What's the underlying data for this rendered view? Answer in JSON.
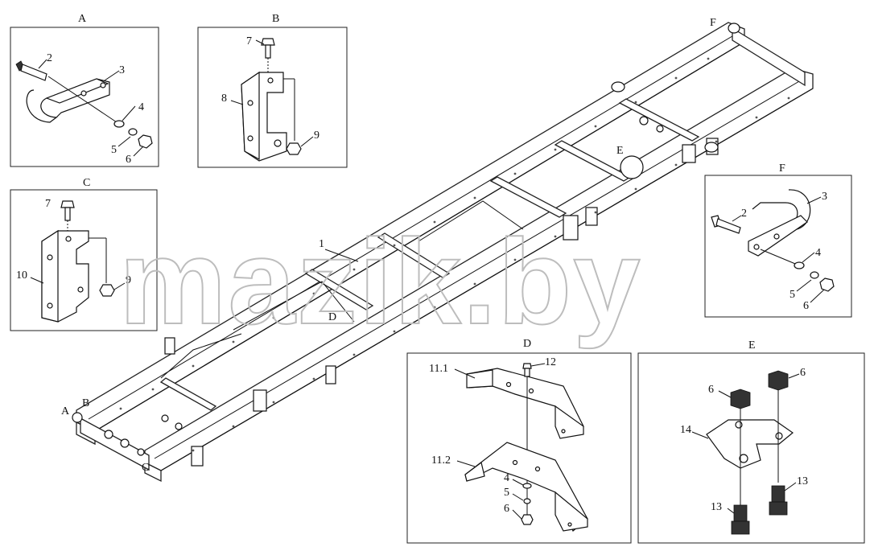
{
  "watermark": "mazik.by",
  "panels": {
    "A": {
      "title": "A",
      "callouts": [
        "2",
        "3",
        "4",
        "5",
        "6"
      ]
    },
    "B": {
      "title": "B",
      "callouts": [
        "7",
        "8",
        "9"
      ]
    },
    "C": {
      "title": "C",
      "callouts": [
        "7",
        "10",
        "9"
      ]
    },
    "F": {
      "title": "F",
      "callouts": [
        "2",
        "3",
        "4",
        "5",
        "6"
      ]
    },
    "D": {
      "title": "D",
      "callouts": [
        "11.1",
        "12",
        "11.2",
        "4",
        "5",
        "6"
      ]
    },
    "E": {
      "title": "E",
      "callouts": [
        "6",
        "6",
        "14",
        "13",
        "13"
      ]
    }
  },
  "frame_markers": {
    "A": "A",
    "B": "B",
    "C": "C",
    "D": "D",
    "E": "E",
    "F": "F",
    "one": "1"
  }
}
